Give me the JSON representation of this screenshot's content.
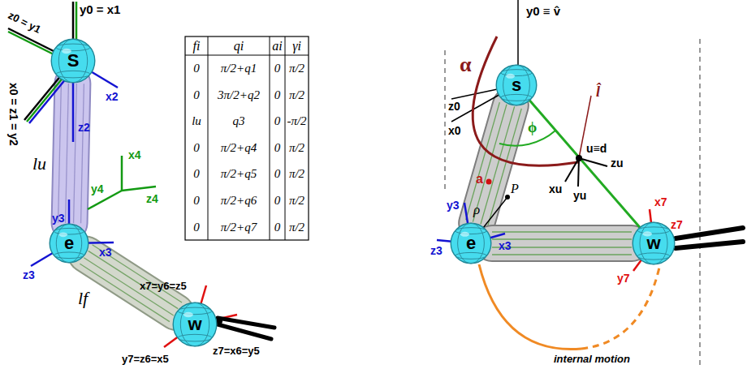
{
  "diagram": {
    "nodes": [
      {
        "text": [
          "S"
        ]
      },
      {
        "text": [
          "e"
        ]
      },
      {
        "text": [
          "w"
        ]
      },
      {
        "text": [
          "s"
        ]
      },
      {
        "text": [
          "e"
        ]
      },
      {
        "text": [
          "w"
        ]
      }
    ],
    "edges": [
      {
        "from": 0,
        "to": 1,
        "arrow": "none"
      },
      {
        "from": 1,
        "to": 2,
        "arrow": "none"
      },
      {
        "from": 3,
        "to": 4,
        "arrow": "none"
      },
      {
        "from": 4,
        "to": 5,
        "arrow": "none"
      }
    ],
    "labels": [
      "y0 = x1",
      "z0 = y1",
      "x2",
      "z2",
      "x0 = z1 = y2",
      "lu",
      "x4",
      "y4",
      "z4",
      "y3",
      "z3",
      "x3",
      "lf",
      "x7=y6=z5",
      "z7=x6=y5",
      "y7=z6=x5",
      "fi",
      "qi",
      "ai",
      "γi",
      "0",
      "π/2+q1",
      "0",
      "π/2",
      "0",
      "3π/2+q2",
      "0",
      "π/2",
      "lu",
      "q3",
      "0",
      "-π/2",
      "0",
      "π/2+q4",
      "0",
      "π/2",
      "0",
      "π/2+q5",
      "0",
      "π/2",
      "0",
      "π/2+q6",
      "0",
      "π/2",
      "0",
      "π/2+q7",
      "0",
      "π/2",
      "y0 ≡ v̂",
      "z0",
      "x0",
      "α",
      "a",
      "ϕ",
      "l̂",
      "u≡d",
      "xu",
      "yu",
      "zu",
      "ρ",
      "P",
      "z3",
      "y3",
      "x3",
      "x7",
      "z7",
      "y7",
      "internal motion"
    ]
  }
}
